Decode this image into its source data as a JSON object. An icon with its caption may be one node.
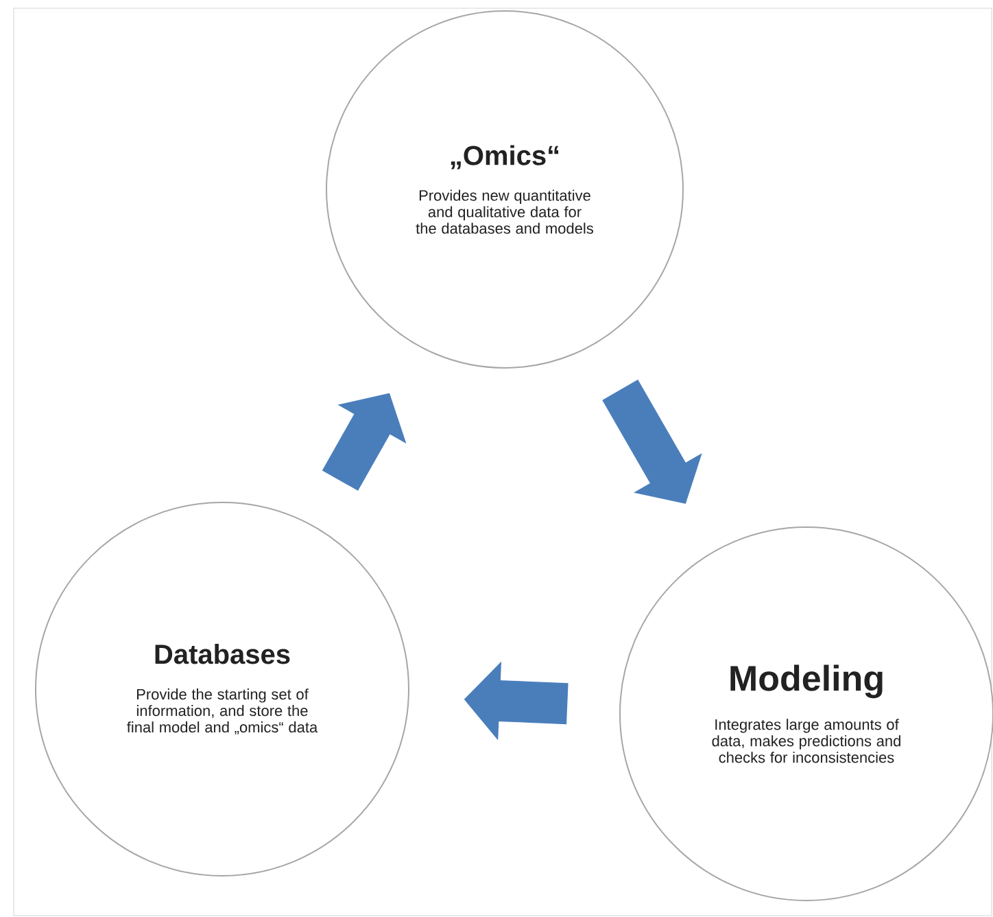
{
  "diagram": {
    "nodes": [
      {
        "text": [
          "„Omics“",
          "Provides new quantitative and qualitative data for the databases and models"
        ]
      },
      {
        "text": [
          "Databases",
          "Provide the starting set of information, and store the final model and „omics“ data"
        ]
      },
      {
        "text": [
          "Modeling",
          "Integrates large amounts of data, makes predictions and checks for inconsistencies"
        ]
      }
    ],
    "edges": [
      {
        "from": 0,
        "to": 2,
        "arrow": "to"
      },
      {
        "from": 2,
        "to": 1,
        "arrow": "to"
      },
      {
        "from": 1,
        "to": 0,
        "arrow": "to"
      }
    ]
  }
}
